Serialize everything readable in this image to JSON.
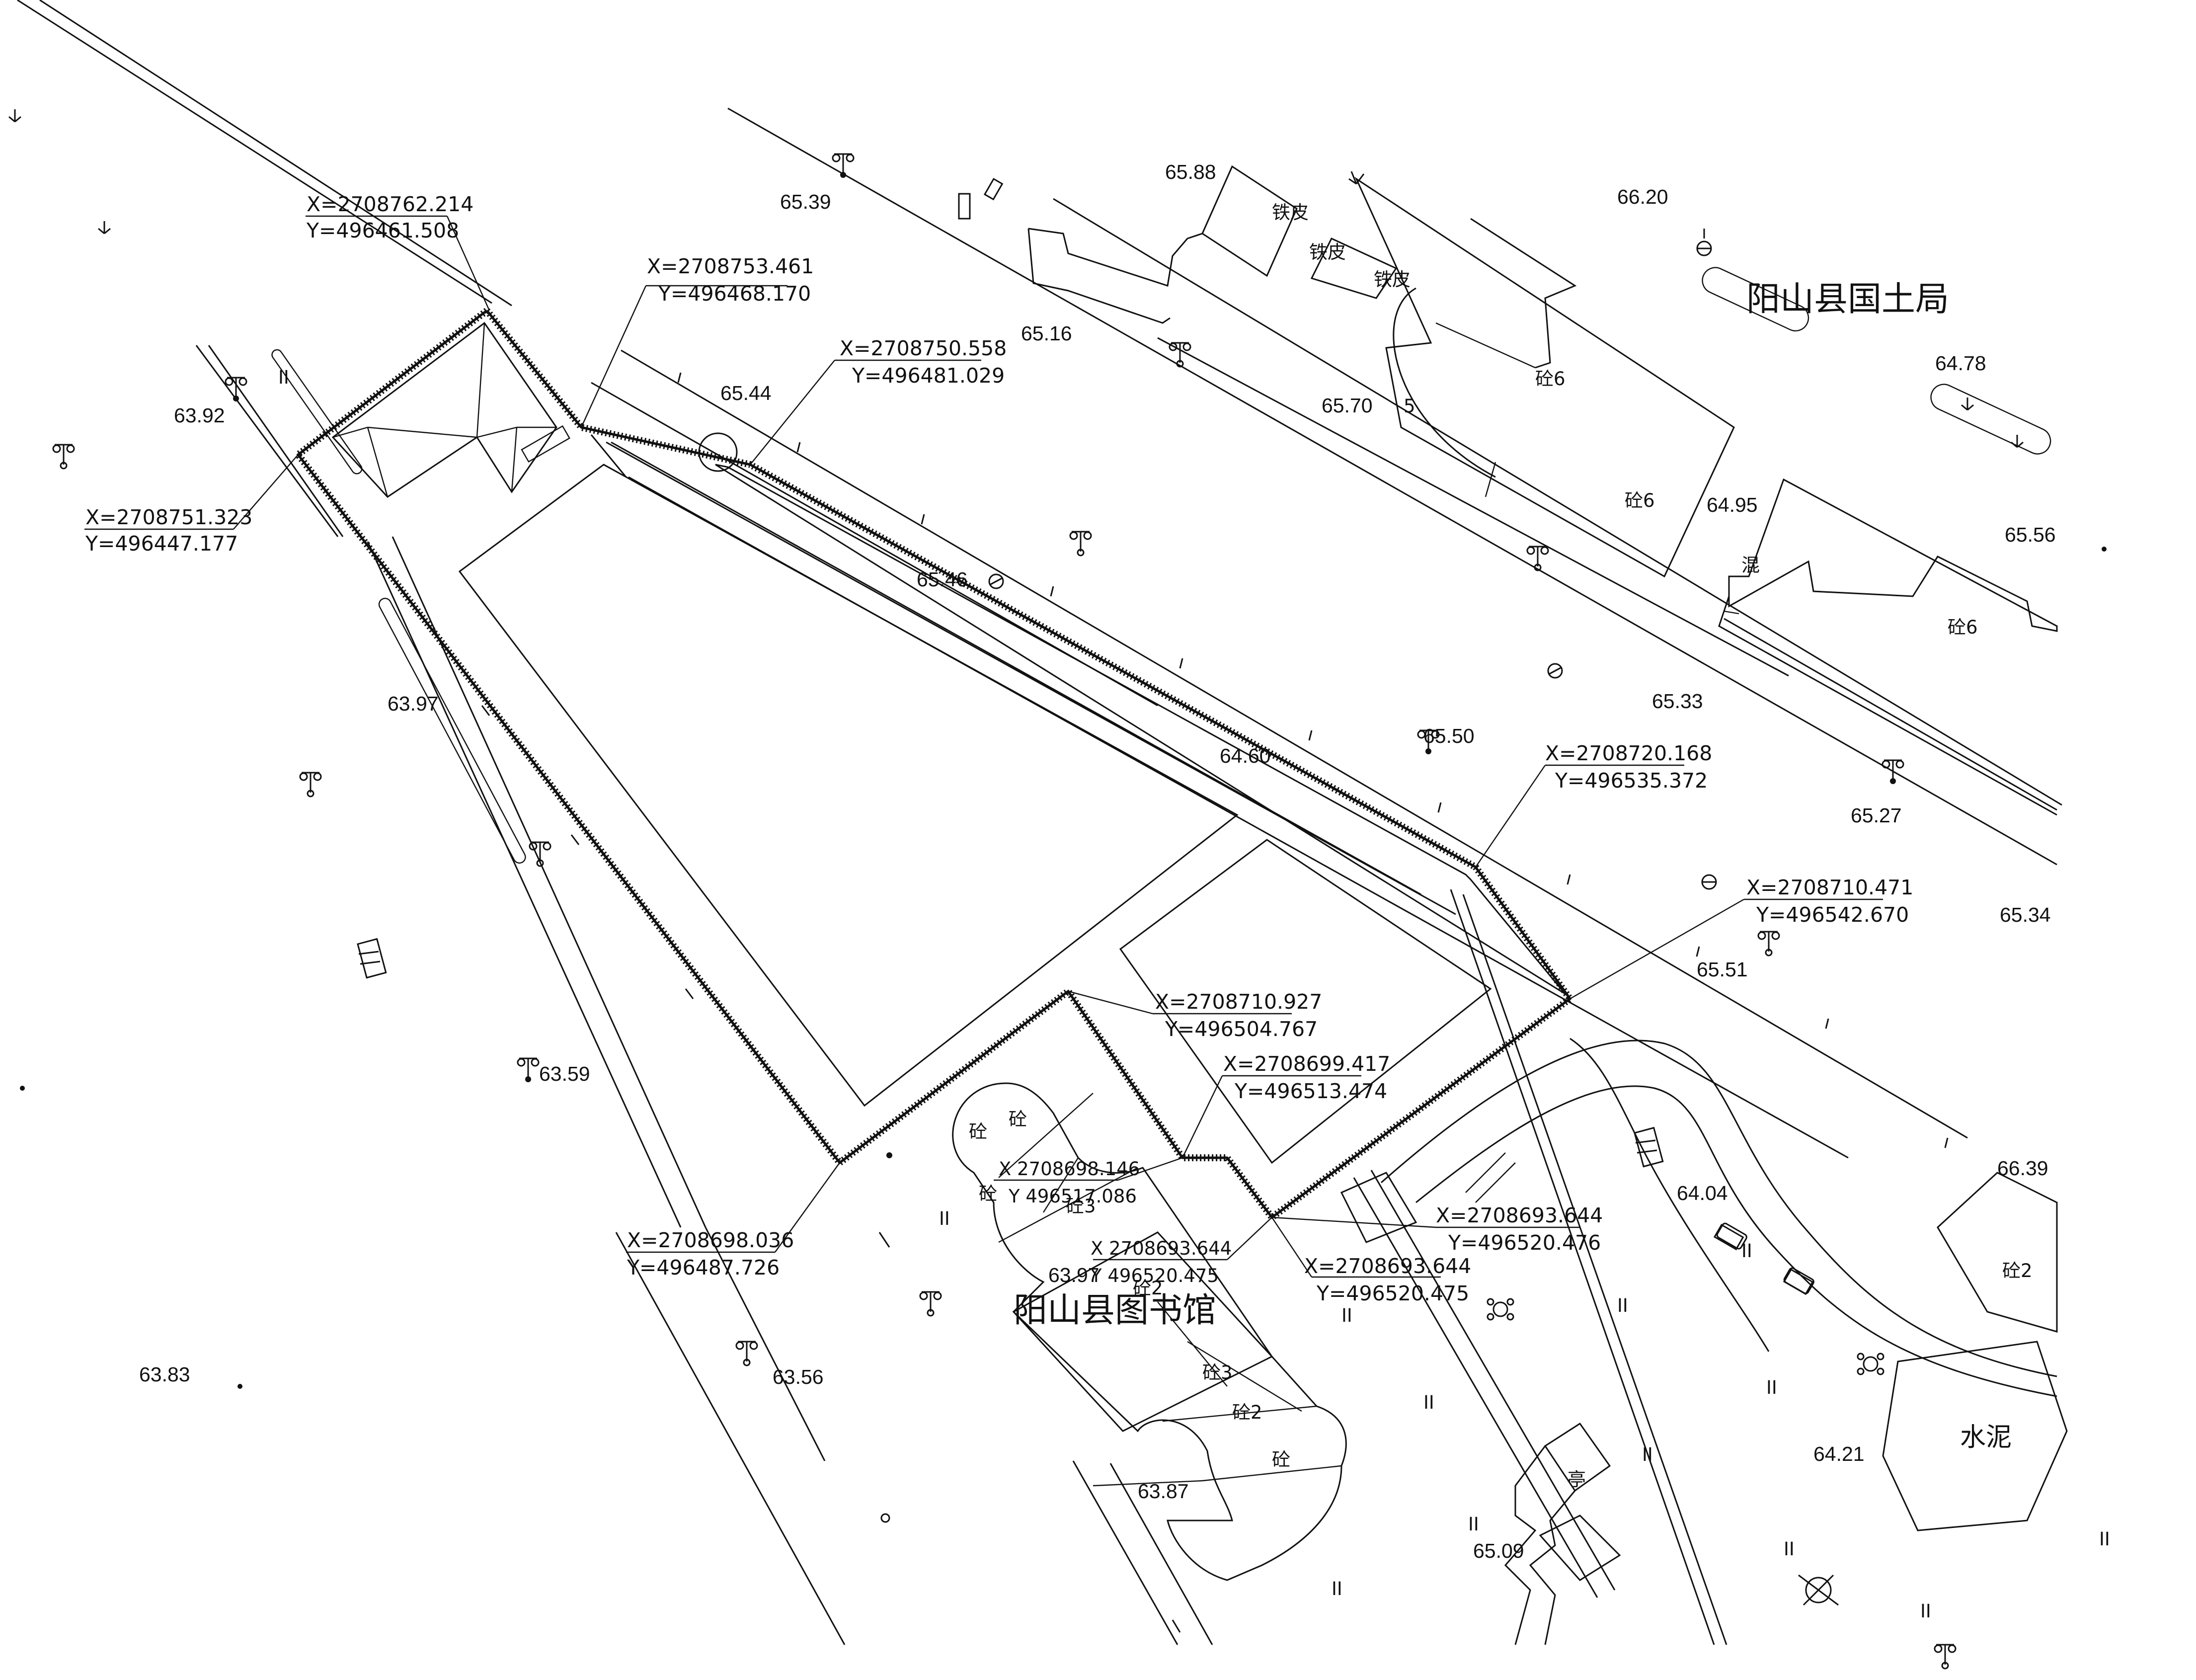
{
  "colors": {
    "line": "#111111",
    "background": "#ffffff"
  },
  "map": {
    "places": [
      {
        "id": "guotuju",
        "label": "阳山县国土局"
      },
      {
        "id": "tushuguan",
        "label": "阳山县图书馆"
      },
      {
        "id": "shuini",
        "label": "水泥"
      }
    ],
    "building_tags": {
      "tiepi": "铁皮",
      "tong": "砼",
      "tong2": "砼2",
      "tong3": "砼3",
      "tong6": "砼6",
      "hun": "混",
      "five": "5",
      "ting": "亭"
    },
    "coordinates": [
      {
        "x": "X=2708762.214",
        "y": "Y=496461.508"
      },
      {
        "x": "X=2708753.461",
        "y": "Y=496468.170"
      },
      {
        "x": "X=2708750.558",
        "y": "Y=496481.029"
      },
      {
        "x": "X=2708751.323",
        "y": "Y=496447.177"
      },
      {
        "x": "X=2708720.168",
        "y": "Y=496535.372"
      },
      {
        "x": "X=2708710.471",
        "y": "Y=496542.670"
      },
      {
        "x": "X=2708710.927",
        "y": "Y=496504.767"
      },
      {
        "x": "X=2708699.417",
        "y": "Y=496513.474"
      },
      {
        "x": "X=2708698.036",
        "y": "Y=496487.726"
      },
      {
        "x": "X=2708693.644",
        "y": "Y=496520.476"
      },
      {
        "x": "X=2708693.644",
        "y": "Y=496520.475"
      },
      {
        "x": "X 2708698.146",
        "y": "Y 496517.086"
      },
      {
        "x": "X 2708693.644",
        "y": "Y 496520.475"
      }
    ],
    "elevations": [
      "65.39",
      "65.88",
      "66.20",
      "64.78",
      "65.16",
      "65.44",
      "65.70",
      "63.92",
      "64.95",
      "65.56",
      "65.46",
      "63.97",
      "65.33",
      "65.50",
      "64.60",
      "65.27",
      "65.34",
      "65.51",
      "63.59",
      "66.39",
      "64.04",
      "63.97",
      "63.83",
      "63.56",
      "64.21",
      "63.87",
      "65.09"
    ],
    "symbols": {
      "grass": "II"
    }
  }
}
